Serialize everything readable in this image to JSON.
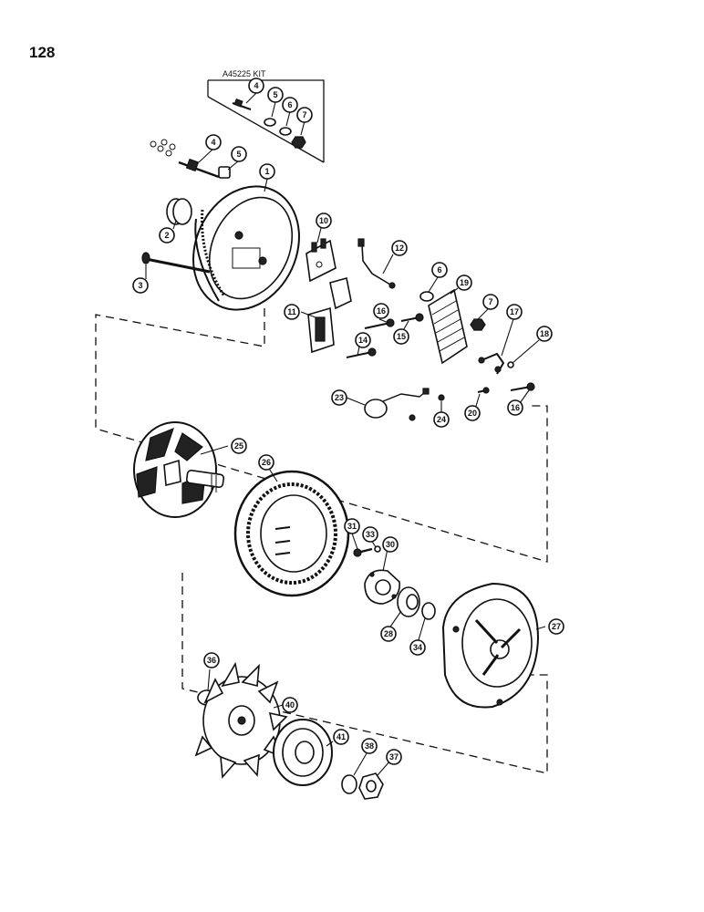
{
  "page": {
    "number": "128"
  },
  "kit": {
    "label": "A45225 KIT",
    "items": [
      "4",
      "5",
      "6",
      "7"
    ]
  },
  "callouts": {
    "k4": "4",
    "k5": "5",
    "k6": "6",
    "k7": "7",
    "c4": "4",
    "c5": "5",
    "c1": "1",
    "c2": "2",
    "c3": "3",
    "c10": "10",
    "c12": "12",
    "c11": "11",
    "c6": "6",
    "c19": "19",
    "c7": "7",
    "c16a": "16",
    "c15": "15",
    "c14": "14",
    "c17": "17",
    "c18": "18",
    "c23": "23",
    "c24": "24",
    "c20": "20",
    "c16b": "16",
    "c25": "25",
    "c26": "26",
    "c31": "31",
    "c33": "33",
    "c30": "30",
    "c28": "28",
    "c34": "34",
    "c27": "27",
    "c36": "36",
    "c40": "40",
    "c41": "41",
    "c38": "38",
    "c37": "37"
  },
  "colors": {
    "ink": "#111111",
    "paper": "#ffffff"
  }
}
